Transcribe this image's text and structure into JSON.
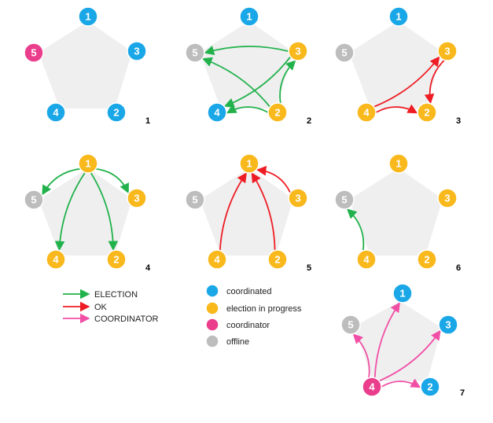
{
  "colors": {
    "coordinated": "#1aa7e8",
    "election": "#f9b81b",
    "coordinator": "#ea3d8c",
    "offline": "#bdbdbd",
    "election_msg": "#22b24c",
    "ok_msg": "#ee1c24",
    "coordinator_msg": "#f14fa6",
    "pentagon_fill": "#efefef",
    "node_stroke": "#ffffff"
  },
  "panels": [
    {
      "number": "1",
      "nodes": [
        {
          "id": "1",
          "state": "coordinated"
        },
        {
          "id": "2",
          "state": "coordinated"
        },
        {
          "id": "3",
          "state": "coordinated"
        },
        {
          "id": "4",
          "state": "coordinated"
        },
        {
          "id": "5",
          "state": "coordinator"
        }
      ],
      "messages": []
    },
    {
      "number": "2",
      "nodes": [
        {
          "id": "1",
          "state": "coordinated"
        },
        {
          "id": "2",
          "state": "election"
        },
        {
          "id": "3",
          "state": "election"
        },
        {
          "id": "4",
          "state": "coordinated"
        },
        {
          "id": "5",
          "state": "offline"
        }
      ],
      "messages": [
        {
          "from": "3",
          "to": "5",
          "type": "election"
        },
        {
          "from": "3",
          "to": "4",
          "type": "election"
        },
        {
          "from": "2",
          "to": "5",
          "type": "election"
        },
        {
          "from": "2",
          "to": "3",
          "type": "election"
        },
        {
          "from": "2",
          "to": "4",
          "type": "election"
        }
      ]
    },
    {
      "number": "3",
      "nodes": [
        {
          "id": "1",
          "state": "coordinated"
        },
        {
          "id": "2",
          "state": "election"
        },
        {
          "id": "3",
          "state": "election"
        },
        {
          "id": "4",
          "state": "election"
        },
        {
          "id": "5",
          "state": "offline"
        }
      ],
      "messages": [
        {
          "from": "4",
          "to": "3",
          "type": "ok"
        },
        {
          "from": "4",
          "to": "2",
          "type": "ok"
        },
        {
          "from": "3",
          "to": "2",
          "type": "ok"
        }
      ]
    },
    {
      "number": "4",
      "nodes": [
        {
          "id": "1",
          "state": "election"
        },
        {
          "id": "2",
          "state": "election"
        },
        {
          "id": "3",
          "state": "election"
        },
        {
          "id": "4",
          "state": "election"
        },
        {
          "id": "5",
          "state": "offline"
        }
      ],
      "messages": [
        {
          "from": "1",
          "to": "5",
          "type": "election"
        },
        {
          "from": "1",
          "to": "3",
          "type": "election"
        },
        {
          "from": "1",
          "to": "4",
          "type": "election"
        },
        {
          "from": "1",
          "to": "2",
          "type": "election"
        }
      ]
    },
    {
      "number": "5",
      "nodes": [
        {
          "id": "1",
          "state": "election"
        },
        {
          "id": "2",
          "state": "election"
        },
        {
          "id": "3",
          "state": "election"
        },
        {
          "id": "4",
          "state": "election"
        },
        {
          "id": "5",
          "state": "offline"
        }
      ],
      "messages": [
        {
          "from": "3",
          "to": "1",
          "type": "ok"
        },
        {
          "from": "4",
          "to": "1",
          "type": "ok"
        },
        {
          "from": "2",
          "to": "1",
          "type": "ok"
        }
      ]
    },
    {
      "number": "6",
      "nodes": [
        {
          "id": "1",
          "state": "election"
        },
        {
          "id": "2",
          "state": "election"
        },
        {
          "id": "3",
          "state": "election"
        },
        {
          "id": "4",
          "state": "election"
        },
        {
          "id": "5",
          "state": "offline"
        }
      ],
      "messages": [
        {
          "from": "4",
          "to": "5",
          "type": "election"
        }
      ]
    },
    {
      "number": "7",
      "nodes": [
        {
          "id": "1",
          "state": "coordinated"
        },
        {
          "id": "2",
          "state": "coordinated"
        },
        {
          "id": "3",
          "state": "coordinated"
        },
        {
          "id": "4",
          "state": "coordinator"
        },
        {
          "id": "5",
          "state": "offline"
        }
      ],
      "messages": [
        {
          "from": "4",
          "to": "5",
          "type": "coordinator"
        },
        {
          "from": "4",
          "to": "1",
          "type": "coordinator"
        },
        {
          "from": "4",
          "to": "3",
          "type": "coordinator"
        },
        {
          "from": "4",
          "to": "2",
          "type": "coordinator"
        }
      ]
    }
  ],
  "message_legend": [
    {
      "label": "ELECTION",
      "type": "election"
    },
    {
      "label": "OK",
      "type": "ok"
    },
    {
      "label": "COORDINATOR",
      "type": "coordinator"
    }
  ],
  "state_legend": [
    {
      "label": "coordinated",
      "state": "coordinated"
    },
    {
      "label": "election in progress",
      "state": "election"
    },
    {
      "label": "coordinator",
      "state": "coordinator"
    },
    {
      "label": "offline",
      "state": "offline"
    }
  ]
}
